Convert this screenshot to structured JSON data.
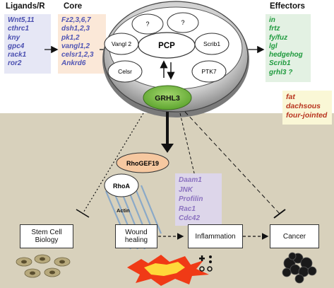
{
  "ligands": {
    "title": "Ligands/R",
    "items": [
      "Wnt5,11",
      "cthrc1",
      "kny",
      "gpc4",
      "rack1",
      "ror2"
    ]
  },
  "core": {
    "title": "Core",
    "items": [
      "Fz2,3,6,7",
      "dsh1,2,3",
      "pk1,2",
      "vangl1,2",
      "celsr1,2,3",
      "Ankrd6"
    ]
  },
  "effectors": {
    "title": "Effectors",
    "items": [
      "in",
      "frtz",
      "fy/fuz",
      "lgl",
      "hedgehog",
      "Scrib1",
      "grhl3 ?"
    ]
  },
  "fat_group": {
    "items": [
      "fat",
      "dachsous",
      "four-jointed"
    ]
  },
  "cell": {
    "center": "PCP",
    "vangl": "Vangl 2",
    "scrib": "Scrib1",
    "celsr": "Celsr",
    "ptk7": "PTK7",
    "unknown1": "?",
    "unknown2": "?",
    "grhl3": "GRHL3"
  },
  "pathway": {
    "rhogef": "RhoGEF19",
    "rhoa": "RhoA",
    "actin": "Actin",
    "effectors": [
      "Daam1",
      "JNK",
      "Profilin",
      "Rac1",
      "Cdc42"
    ]
  },
  "outcomes": {
    "stem": [
      "Stem Cell",
      "Biology"
    ],
    "wound": [
      "Wound",
      "healing"
    ],
    "inflammation": "Inflammation",
    "cancer": "Cancer"
  },
  "colors": {
    "panel": "#d8d1bc",
    "grhl3": "#7cbf4a",
    "rhogef": "#f6c8a0",
    "ligand_text": "#4a4fb0",
    "effector_text": "#1f9a3e",
    "fat_text": "#b8341e"
  }
}
